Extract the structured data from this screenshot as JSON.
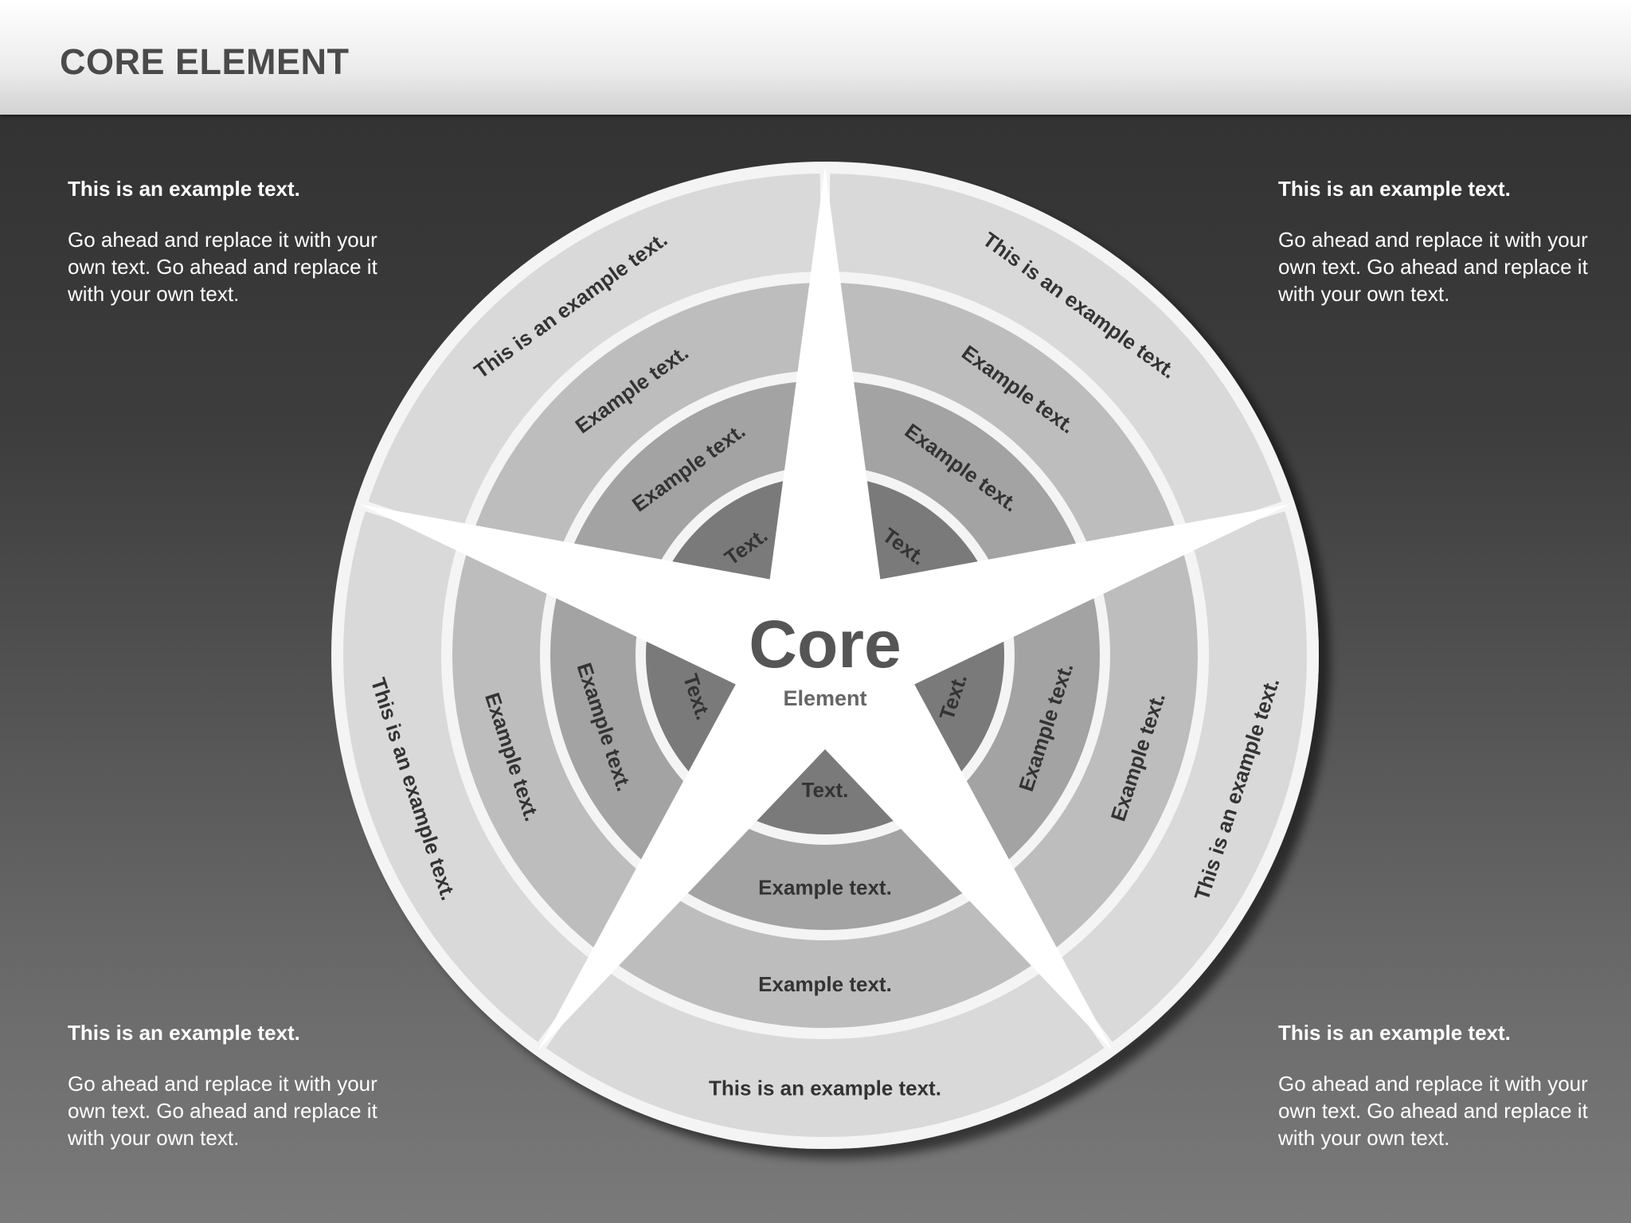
{
  "header": {
    "title": "CORE ELEMENT"
  },
  "notes": [
    {
      "heading": "This is an example text.",
      "body": "Go ahead and replace it with your own text. Go ahead and replace it with your own text."
    },
    {
      "heading": "This is an example text.",
      "body": "Go ahead and replace it with your own text. Go ahead and replace it with your own text."
    },
    {
      "heading": "This is an example text.",
      "body": "Go ahead and replace it with your own text. Go ahead and replace it with your own text."
    },
    {
      "heading": "This is an example text.",
      "body": "Go ahead and replace it with your own text. Go ahead and replace it with your own text."
    }
  ],
  "diagram": {
    "core": {
      "title": "Core",
      "subtitle": "Element"
    },
    "rings": [
      {
        "level": 1,
        "color": "#7a7a7a",
        "labels": [
          "Text.",
          "Text.",
          "Text.",
          "Text.",
          "Text."
        ]
      },
      {
        "level": 2,
        "color": "#a3a3a3",
        "labels": [
          "Example text.",
          "Example text.",
          "Example text.",
          "Example text.",
          "Example text."
        ]
      },
      {
        "level": 3,
        "color": "#bdbdbd",
        "labels": [
          "Example text.",
          "Example text.",
          "Example text.",
          "Example text.",
          "Example text."
        ]
      },
      {
        "level": 4,
        "color": "#d9d9d9",
        "labels": [
          "This is an example text.",
          "This is an example text.",
          "This is an example text.",
          "This is an example text.",
          "This is an example text."
        ]
      }
    ]
  }
}
